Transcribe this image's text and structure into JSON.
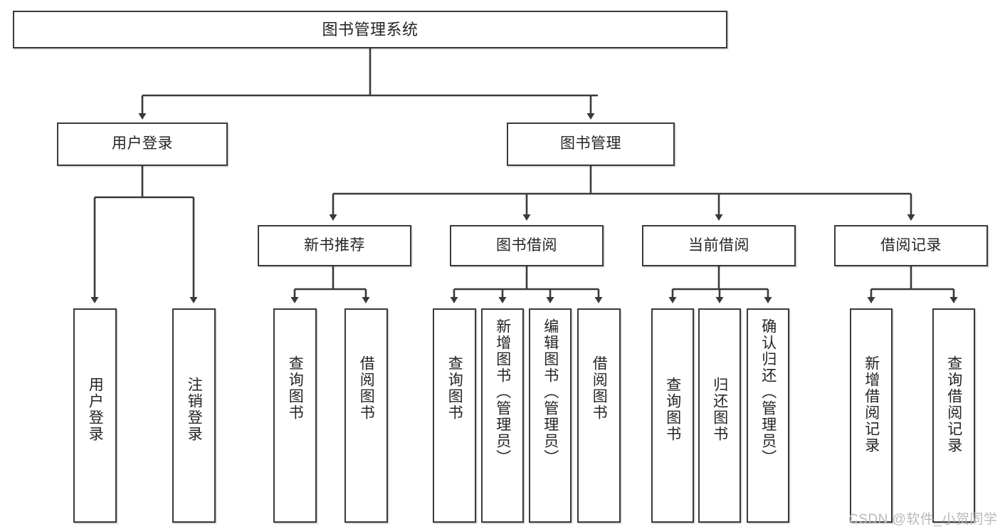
{
  "diagram": {
    "type": "tree-hierarchy",
    "title": "图书管理系统",
    "watermark": "CSDN @软件_小贺同学",
    "colors": {
      "stroke": "#3a3a3a",
      "fill": "#ffffff",
      "text": "#242424",
      "watermark": "#b9b9b9"
    },
    "nodes": {
      "root": {
        "label": "图书管理系统"
      },
      "level2": [
        {
          "id": "user-login",
          "label": "用户登录"
        },
        {
          "id": "book-management",
          "label": "图书管理"
        }
      ],
      "level3": [
        {
          "id": "new-book-recommend",
          "label": "新书推荐"
        },
        {
          "id": "book-borrow",
          "label": "图书借阅"
        },
        {
          "id": "current-borrow",
          "label": "当前借阅"
        },
        {
          "id": "borrow-record",
          "label": "借阅记录"
        }
      ],
      "leaves": [
        {
          "id": "leaf-user-login",
          "label": "用户登录",
          "parent": "user-login"
        },
        {
          "id": "leaf-logout-login",
          "label": "注销登录",
          "parent": "user-login"
        },
        {
          "id": "leaf-query-book-1",
          "label": "查询图书",
          "parent": "new-book-recommend"
        },
        {
          "id": "leaf-borrow-book-1",
          "label": "借阅图书",
          "parent": "new-book-recommend"
        },
        {
          "id": "leaf-query-book-2",
          "label": "查询图书",
          "parent": "book-borrow"
        },
        {
          "id": "leaf-add-book",
          "label": "新增图书（管理员）",
          "parent": "book-borrow"
        },
        {
          "id": "leaf-edit-book",
          "label": "编辑图书（管理员）",
          "parent": "book-borrow"
        },
        {
          "id": "leaf-borrow-book-2",
          "label": "借阅图书",
          "parent": "book-borrow"
        },
        {
          "id": "leaf-query-book-3",
          "label": "查询图书",
          "parent": "current-borrow"
        },
        {
          "id": "leaf-return-book",
          "label": "归还图书",
          "parent": "current-borrow"
        },
        {
          "id": "leaf-confirm-return",
          "label": "确认归还（管理员）",
          "parent": "current-borrow"
        },
        {
          "id": "leaf-add-record",
          "label": "新增借阅记录",
          "parent": "borrow-record"
        },
        {
          "id": "leaf-query-record",
          "label": "查询借阅记录",
          "parent": "borrow-record"
        }
      ]
    }
  }
}
